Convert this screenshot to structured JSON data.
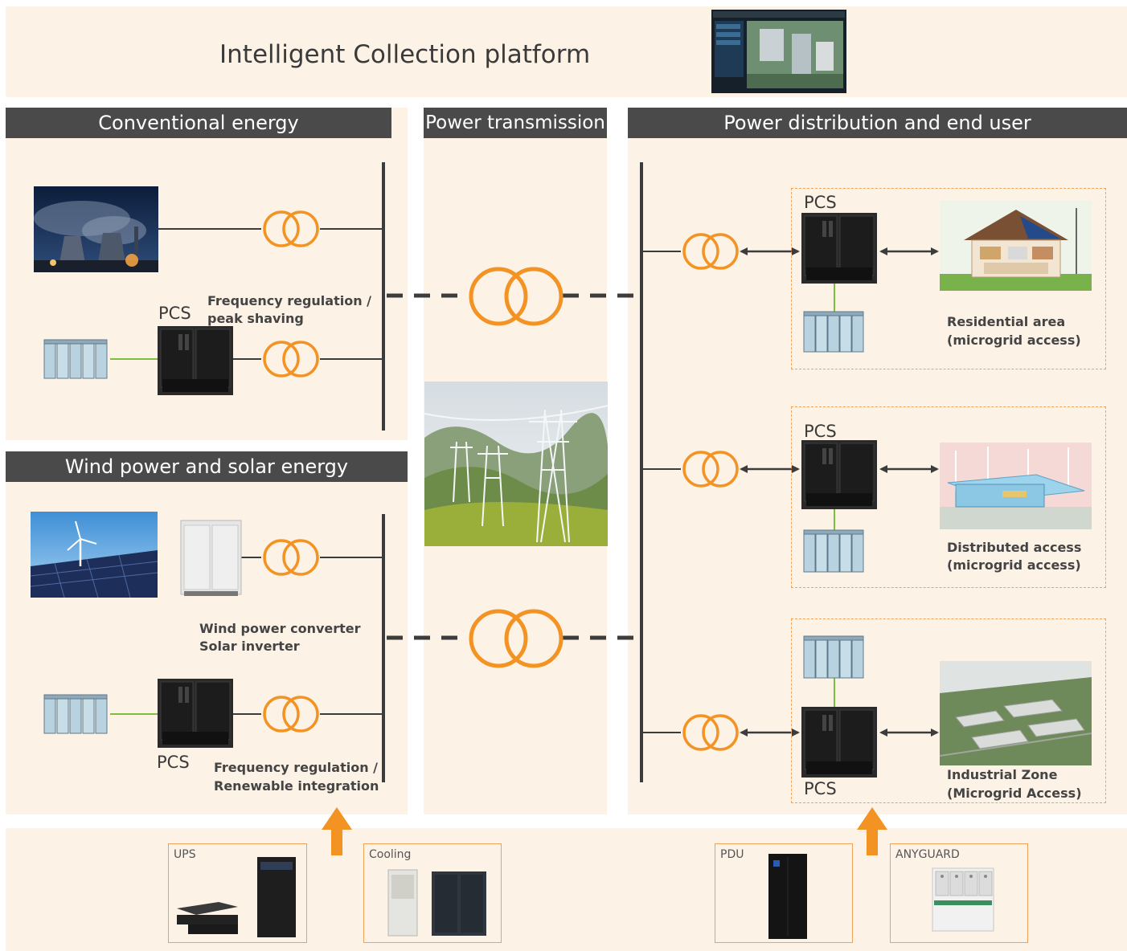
{
  "title": "Intelligent Collection platform",
  "headers": {
    "conventional": "Conventional energy",
    "transmission": "Power transmission",
    "distribution": "Power distribution and end user",
    "wind_solar": "Wind power and solar energy"
  },
  "pcs": "PCS",
  "labels": {
    "freq_peak_1": "Frequency regulation /",
    "freq_peak_2": "peak shaving",
    "wind_conv": "Wind power converter",
    "solar_inv": "Solar inverter",
    "freq_ren_1": "Frequency regulation /",
    "freq_ren_2": "Renewable integration",
    "residential_1": "Residential area",
    "residential_2": "(microgrid access)",
    "distributed_1": "Distributed access",
    "distributed_2": "(microgrid access)",
    "industrial_1": "Industrial Zone",
    "industrial_2": "(Microgrid Access)"
  },
  "products": {
    "ups": "UPS",
    "cooling": "Cooling",
    "pdu": "PDU",
    "anyguard": "ANYGUARD"
  },
  "colors": {
    "accent": "#f39323",
    "panel": "#fdf2e6",
    "header": "#4a4a4a",
    "line": "#3c3c3c",
    "battery_link": "#7bbf3c"
  }
}
